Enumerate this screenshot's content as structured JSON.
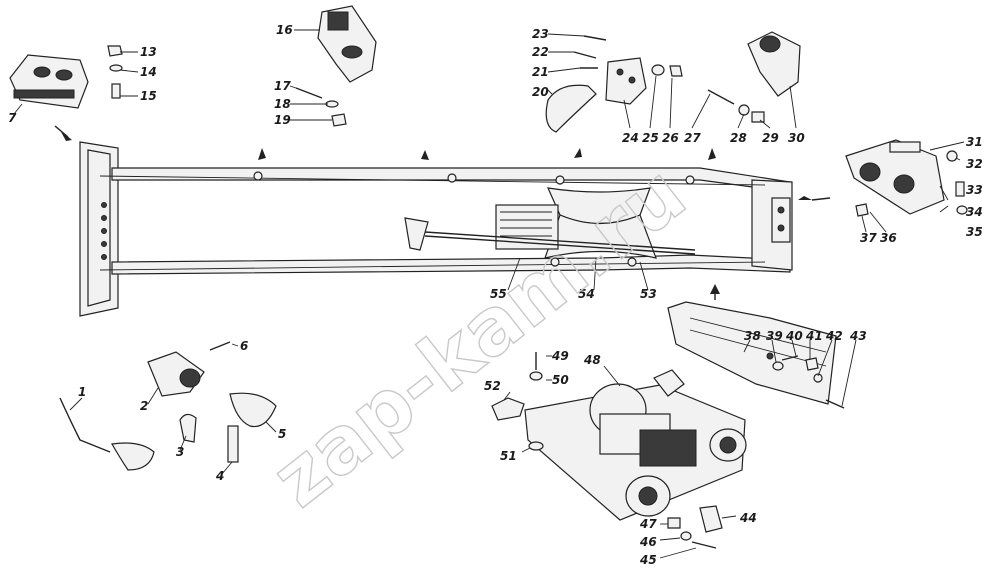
{
  "watermark": "zap-kam.ru",
  "labels": {
    "n1": "1",
    "n2": "2",
    "n3": "3",
    "n4": "4",
    "n5": "5",
    "n6": "6",
    "n7": "7",
    "n13": "13",
    "n14": "14",
    "n15": "15",
    "n16": "16",
    "n17": "17",
    "n18": "18",
    "n19": "19",
    "n20": "20",
    "n21": "21",
    "n22": "22",
    "n23": "23",
    "n24": "24",
    "n25": "25",
    "n26": "26",
    "n27": "27",
    "n28": "28",
    "n29": "29",
    "n30": "30",
    "n31": "31",
    "n32": "32",
    "n33": "33",
    "n34": "34",
    "n35": "35",
    "n36": "36",
    "n37": "37",
    "n38": "38",
    "n39": "39",
    "n40": "40",
    "n41": "41",
    "n42": "42",
    "n43": "43",
    "n44": "44",
    "n45": "45",
    "n46": "46",
    "n47": "47",
    "n48": "48",
    "n49": "49",
    "n50": "50",
    "n51": "51",
    "n52": "52",
    "n53": "53",
    "n54": "54",
    "n55": "55"
  }
}
